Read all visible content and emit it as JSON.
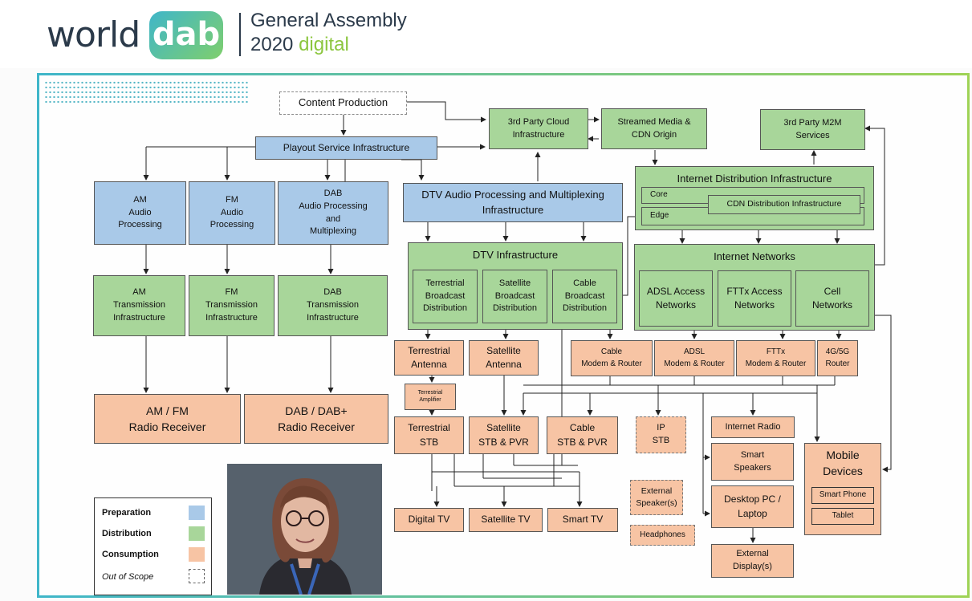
{
  "header": {
    "logo_word": "world",
    "logo_badge": "dab",
    "title_line1": "General Assembly",
    "title_line2_year": "2020",
    "title_line2_accent": "digital",
    "accent_color": "#8cc63f"
  },
  "colors": {
    "preparation": "#a9c9e8",
    "distribution": "#a8d69a",
    "consumption": "#f7c4a4"
  },
  "diagram": {
    "content_production": "Content Production",
    "playout": "Playout Service Infrastructure",
    "cloud": "3rd Party Cloud\nInfrastructure",
    "streamed": "Streamed Media &\nCDN Origin",
    "m2m": "3rd Party M2M\nServices",
    "am_proc": "AM\nAudio\nProcessing",
    "fm_proc": "FM\nAudio\nProcessing",
    "dab_proc": "DAB\nAudio Processing\nand\nMultiplexing",
    "dtv_proc": "DTV Audio Processing and Multiplexing\nInfrastructure",
    "idi": "Internet Distribution Infrastructure",
    "core": "Core",
    "edge": "Edge",
    "cdn_dist": "CDN Distribution Infrastructure",
    "am_tx": "AM\nTransmission\nInfrastructure",
    "fm_tx": "FM\nTransmission\nInfrastructure",
    "dab_tx": "DAB\nTransmission\nInfrastructure",
    "dtv_infra": "DTV Infrastructure",
    "terr_bd": "Terrestrial\nBroadcast\nDistribution",
    "sat_bd": "Satellite\nBroadcast\nDistribution",
    "cable_bd": "Cable\nBroadcast\nDistribution",
    "inet_networks": "Internet Networks",
    "adsl_net": "ADSL Access\nNetworks",
    "fttx_net": "FTTx Access\nNetworks",
    "cell_net": "Cell\nNetworks",
    "terr_ant": "Terrestrial\nAntenna",
    "sat_ant": "Satellite\nAntenna",
    "cable_mr": "Cable\nModem & Router",
    "adsl_mr": "ADSL\nModem & Router",
    "fttx_mr": "FTTx\nModem & Router",
    "g45_router": "4G/5G\nRouter",
    "terr_amp": "Terrestrial\nAmplifier",
    "amfm_rx": "AM / FM\nRadio Receiver",
    "dab_rx": "DAB / DAB+\nRadio Receiver",
    "terr_stb": "Terrestrial\nSTB",
    "sat_stb": "Satellite\nSTB & PVR",
    "cable_stb": "Cable\nSTB & PVR",
    "ip_stb": "IP\nSTB",
    "inet_radio": "Internet Radio",
    "smart_speakers": "Smart\nSpeakers",
    "mobile": "Mobile\nDevices",
    "smartphone": "Smart Phone",
    "tablet": "Tablet",
    "ext_speakers": "External\nSpeaker(s)",
    "headphones": "Headphones",
    "desktop": "Desktop PC /\nLaptop",
    "ext_display": "External\nDisplay(s)",
    "digital_tv": "Digital TV",
    "sat_tv": "Satellite TV",
    "smart_tv": "Smart TV"
  },
  "legend": {
    "preparation": "Preparation",
    "distribution": "Distribution",
    "consumption": "Consumption",
    "out_of_scope": "Out of Scope"
  }
}
